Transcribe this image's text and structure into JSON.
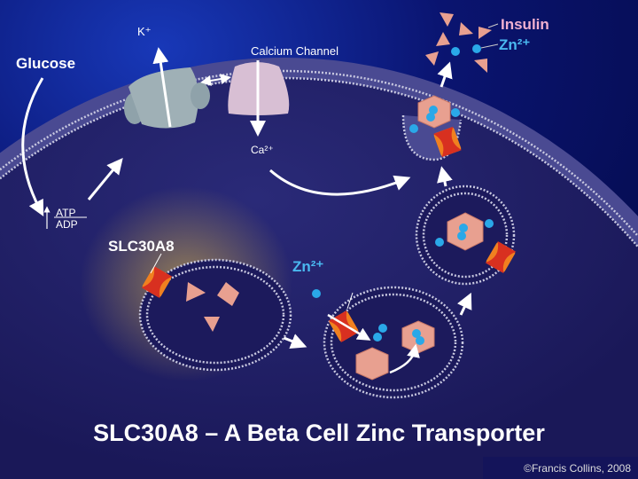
{
  "labels": {
    "glucose": "Glucose",
    "k_plus": "K⁺",
    "calcium_channel": "Calcium Channel",
    "ca2": "Ca²⁺",
    "atp": "ATP",
    "adp": "ADP",
    "slc30a8": "SLC30A8",
    "zn_inner": "Zn²⁺",
    "insulin": "Insulin",
    "zn_outer": "Zn²⁺"
  },
  "title": "SLC30A8 – A Beta Cell Zinc Transporter",
  "credit": "©Francis Collins, 2008",
  "colors": {
    "background": "#07105e",
    "cytoplasm": "#1f1d62",
    "membrane": "#4a4a90",
    "insulin": "#e8a090",
    "zinc": "#2aa8e8",
    "transporter": "#f08020",
    "insulin_label": "#f0b0d0",
    "zinc_label": "#4ab8f0"
  }
}
